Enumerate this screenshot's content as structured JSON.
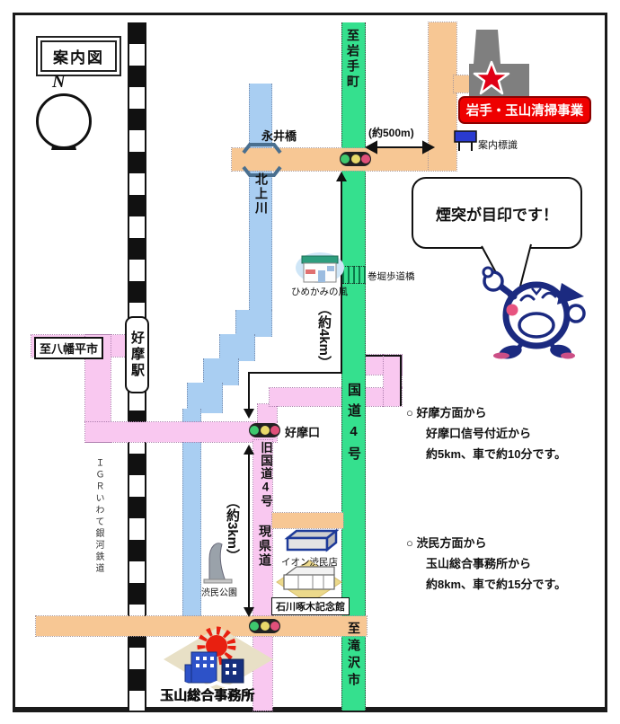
{
  "colors": {
    "route4_green": "#35e08e",
    "local_road_pink": "#f9c8f0",
    "prefectural_orange": "#f7c794",
    "river_blue": "#a9cef2",
    "banner_red": "#ee0000"
  },
  "title": "案内図",
  "compass_n": "N",
  "route4": {
    "top": "至岩手町",
    "mid": "国道4号",
    "bottom": "至滝沢市"
  },
  "old_road": {
    "top": "旧国道4号",
    "bottom": "現県道"
  },
  "railway": {
    "station": "好摩駅",
    "line": "ＩＧＲいわて銀河鉄道"
  },
  "river": {
    "name": "北上川",
    "bridge": "永井橋"
  },
  "roads": {
    "hachimantai": "至八幡平市"
  },
  "dest": {
    "company": "岩手・玉山清掃事業",
    "sign": "案内標識",
    "bubble": "煙突が目印です！"
  },
  "poi": {
    "himekami": "ひめかみの風",
    "makibori": "巻堀歩道橋",
    "koumaguchi": "好摩口",
    "park": "渋民公園",
    "aeon": "イオン渋民店",
    "takuboku": "石川啄木記念館",
    "office": "玉山総合事務所"
  },
  "dist": {
    "m500": "(約500m)",
    "km4": "（約4km）",
    "km3": "（約3km）"
  },
  "notes": {
    "n1l1": "○ 好摩方面から",
    "n1l2": "好摩口信号付近から",
    "n1l3": "約5km、車で約10分です。",
    "n2l1": "○ 渋民方面から",
    "n2l2": "玉山総合事務所から",
    "n2l3": "約8km、車で約15分です。"
  }
}
